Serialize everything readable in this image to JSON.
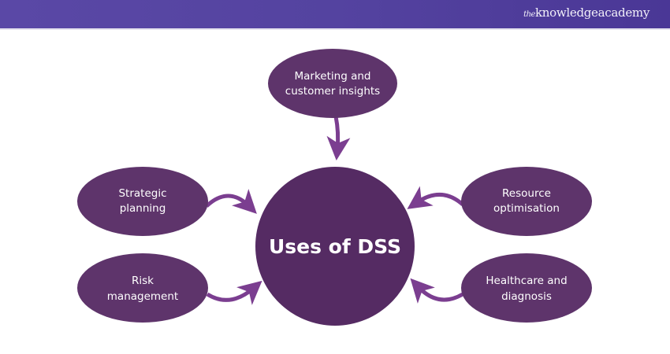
{
  "header": {
    "logo_prefix": "the",
    "logo_name": "knowledgeacademy",
    "background": "#5443a0"
  },
  "diagram": {
    "center": {
      "label": "Uses of DSS",
      "color": "#552b63"
    },
    "node_color": "#5e346b",
    "arrow_color": "#7b3e90",
    "nodes": [
      {
        "id": "marketing",
        "lines": [
          "Marketing and",
          "customer insights"
        ]
      },
      {
        "id": "strategic",
        "lines": [
          "Strategic",
          "planning"
        ]
      },
      {
        "id": "resource",
        "lines": [
          "Resource",
          "optimisation"
        ]
      },
      {
        "id": "risk",
        "lines": [
          "Risk",
          "management"
        ]
      },
      {
        "id": "healthcare",
        "lines": [
          "Healthcare and",
          "diagnosis"
        ]
      }
    ]
  }
}
